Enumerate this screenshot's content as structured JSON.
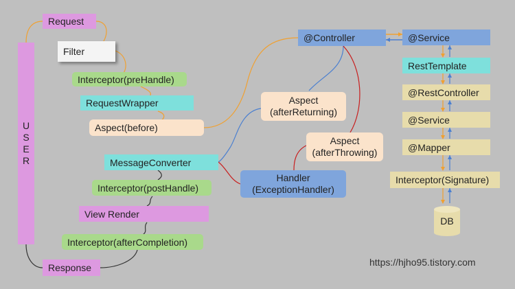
{
  "user_bar": {
    "letters": [
      "U",
      "S",
      "E",
      "R"
    ]
  },
  "request_flow": {
    "request": "Request",
    "filter": "Filter",
    "interceptor_pre": "Interceptor(preHandle)",
    "request_wrapper": "RequestWrapper",
    "aspect_before": "Aspect(before)",
    "message_converter": "MessageConverter",
    "interceptor_post": "Interceptor(postHandle)",
    "view_render": "View Render",
    "interceptor_after": "Interceptor(afterCompletion)",
    "response": "Response"
  },
  "middle": {
    "controller": "@Controller",
    "aspect_after_returning": [
      "Aspect",
      "(afterReturning)"
    ],
    "aspect_after_throwing": [
      "Aspect",
      "(afterThrowing)"
    ],
    "handler": [
      "Handler",
      "(ExceptionHandler)"
    ]
  },
  "service_stack": {
    "service_top": "@Service",
    "rest_template": "RestTemplate",
    "rest_controller": "@RestController",
    "service_mid": "@Service",
    "mapper": "@Mapper",
    "interceptor_signature": "Interceptor(Signature)",
    "db": "DB"
  },
  "credit": "https://hjho95.tistory.com",
  "colors": {
    "background": "#bfbfbf",
    "pink": "#dd99e0",
    "green": "#a9d98b",
    "teal": "#7ee0dc",
    "peach": "#fbe3cb",
    "blue": "#7fa5dc",
    "tan": "#e7dcab",
    "orange_wire": "#f0a030",
    "blue_wire": "#4a7fd0",
    "red_wire": "#c81e1e",
    "dark_wire": "#333333"
  }
}
